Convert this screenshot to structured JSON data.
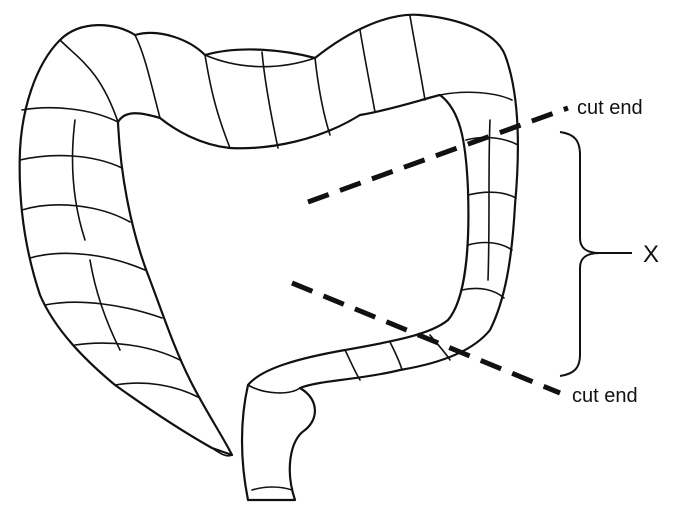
{
  "diagram": {
    "labels": {
      "upper_cut": "cut end",
      "lower_cut": "cut end",
      "bracket": "X"
    },
    "colors": {
      "ink": "#111111",
      "paper": "#ffffff"
    }
  }
}
